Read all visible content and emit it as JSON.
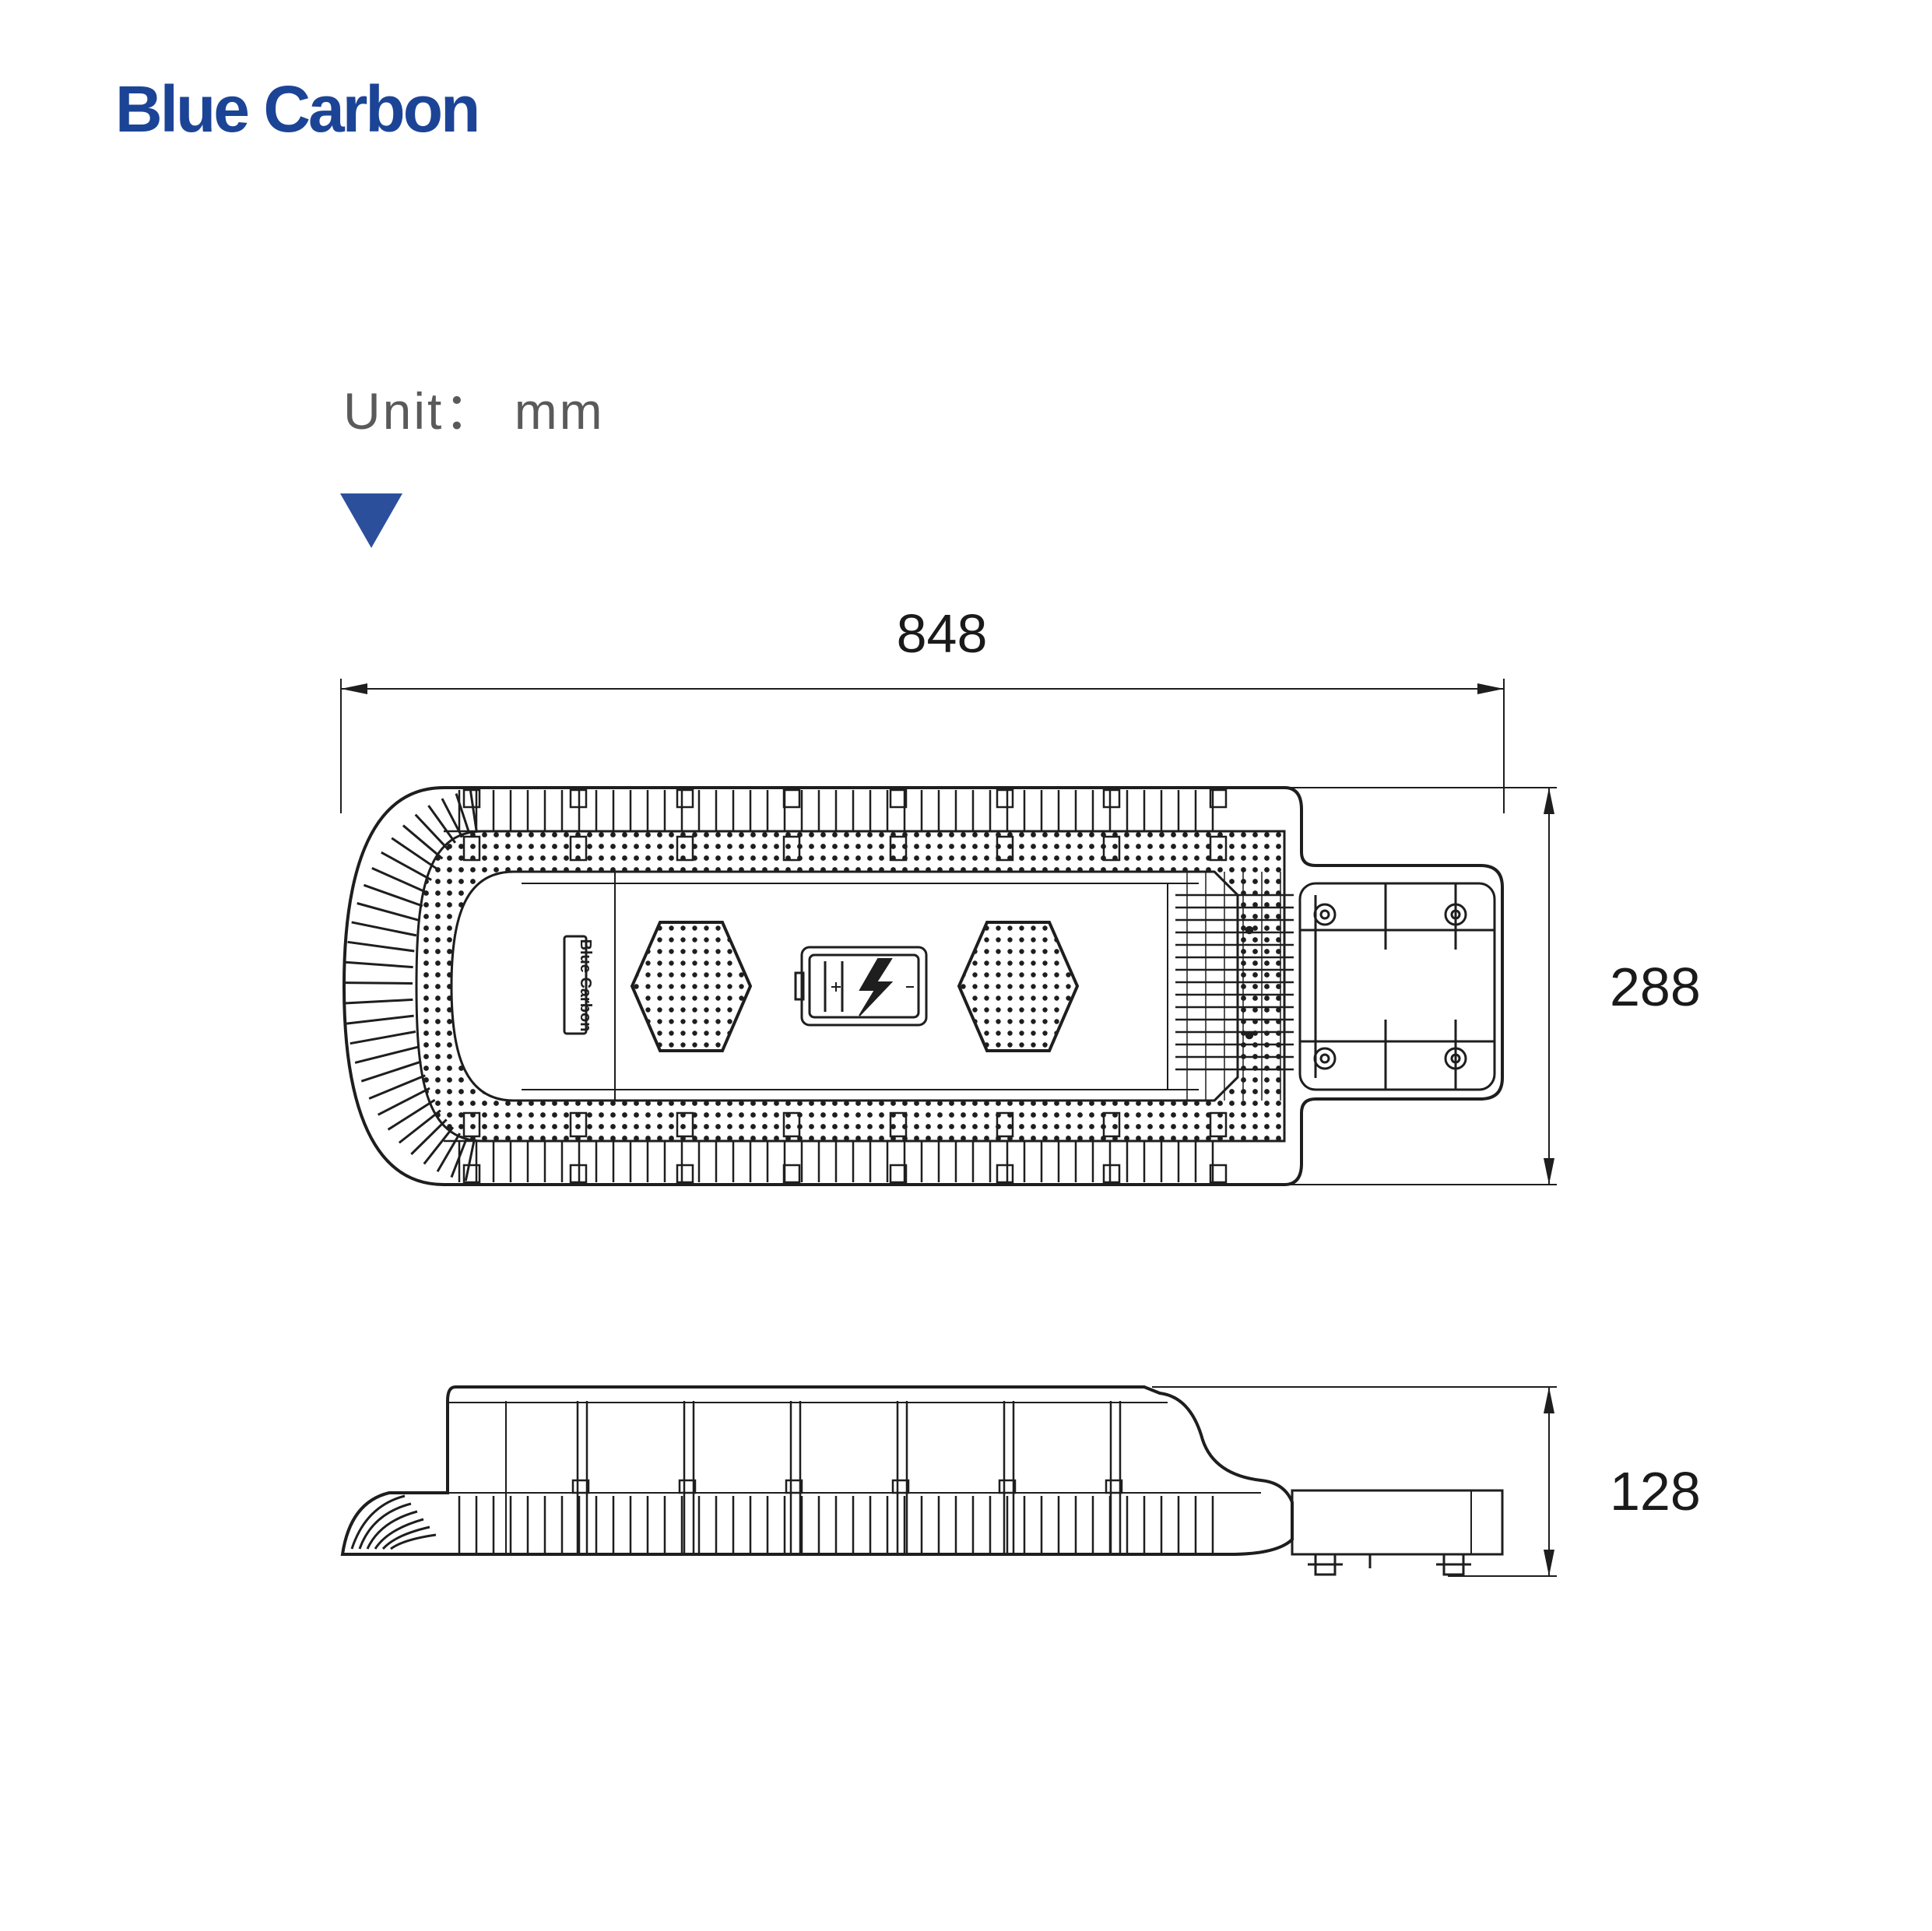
{
  "brand": {
    "name": "Blue Carbon",
    "color": "#1c4496"
  },
  "unit": {
    "label": "Unit：  mm"
  },
  "marker": {
    "icon": "down-triangle-icon",
    "color": "#2c4f9c"
  },
  "top_view": {
    "width_dim": "848",
    "height_dim": "288",
    "badge_text": "Blue Carbon",
    "icons": [
      "led-hexagon-icon",
      "battery-charging-icon",
      "led-hexagon-icon"
    ]
  },
  "side_view": {
    "height_dim": "128"
  },
  "colors": {
    "line": "#1e1e1e",
    "brand": "#1c4496"
  }
}
